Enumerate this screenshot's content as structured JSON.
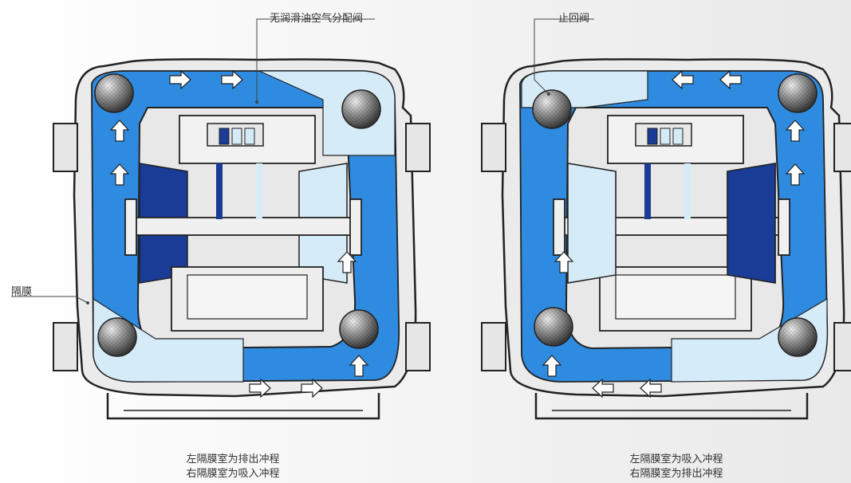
{
  "labels": {
    "air_valve": "无润滑油空气分配阀",
    "check_valve": "止回阀",
    "diaphragm": "隔膜"
  },
  "captions": {
    "left": {
      "line1": "左隔膜室为排出冲程",
      "line2": "右隔膜室为吸入冲程"
    },
    "right": {
      "line1": "左隔膜室为吸入冲程",
      "line2": "右隔膜室为排出冲程"
    }
  },
  "colors": {
    "fluid_mid": "#2f8be0",
    "fluid_light": "#d6ebf8",
    "fluid_dark": "#1a3b96",
    "metal": "#e9e9e9",
    "outline": "#222222",
    "ball": "#8a8a8a"
  }
}
